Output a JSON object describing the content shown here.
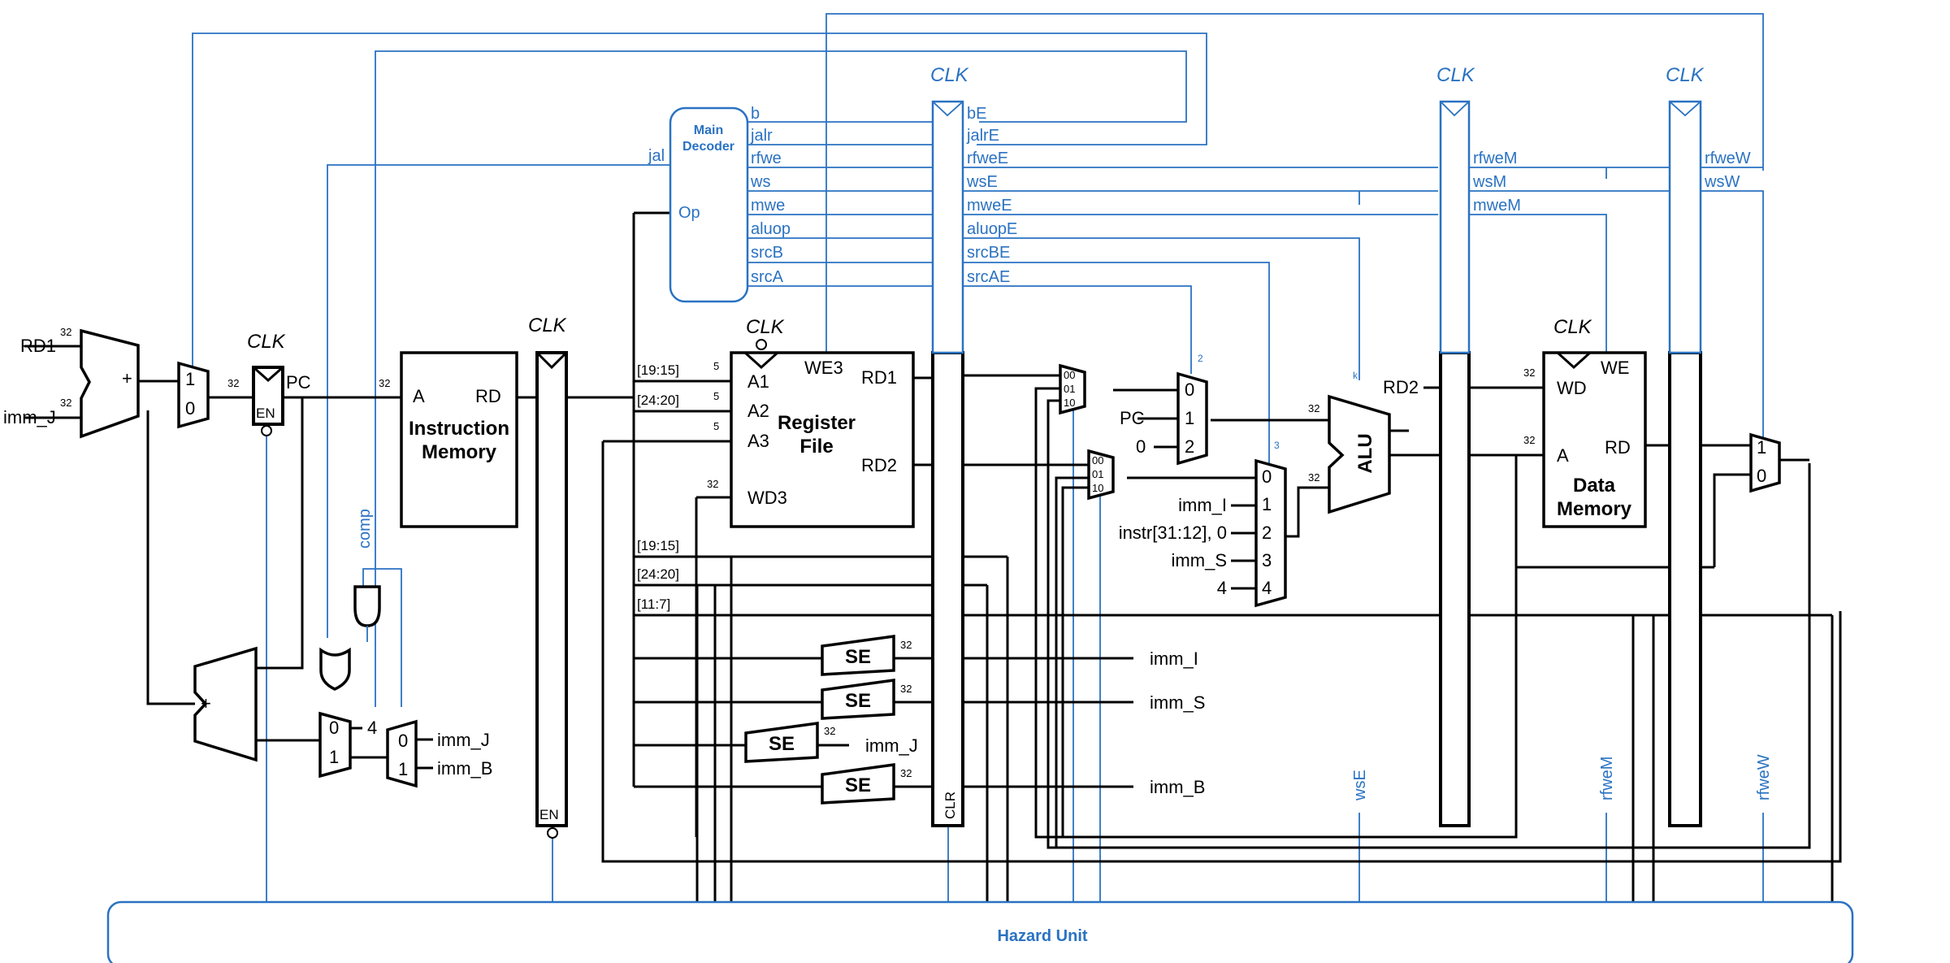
{
  "decoder": {
    "title_line1": "Main",
    "title_line2": "Decoder",
    "op": "Op",
    "outputs": [
      "b",
      "jalr",
      "rfwe",
      "ws",
      "mwe",
      "aluop",
      "srcB",
      "srcA"
    ],
    "jal": "jal"
  },
  "ex_signals": [
    "bE",
    "jalrE",
    "rfweE",
    "wsE",
    "mweE",
    "aluopE",
    "srcBE",
    "srcAE"
  ],
  "mem_signals": [
    "rfweM",
    "wsM",
    "mweM"
  ],
  "wb_signals": [
    "rfweW",
    "wsW"
  ],
  "clk": "CLK",
  "labels": {
    "rd1": "RD1",
    "imm_j": "imm_J",
    "imm_b": "imm_B",
    "imm_i": "imm_I",
    "imm_s": "imm_S",
    "pc": "PC",
    "en": "EN",
    "clr": "CLR",
    "comp": "comp",
    "plus": "+",
    "four": "4",
    "w32": "32",
    "w5": "5",
    "w2": "2",
    "w3": "3",
    "wk": "k",
    "rd2": "RD2",
    "se": "SE"
  },
  "imem": {
    "a": "A",
    "rd": "RD",
    "line1": "Instruction",
    "line2": "Memory"
  },
  "regfile": {
    "a1": "A1",
    "a2": "A2",
    "a3": "A3",
    "wd3": "WD3",
    "we3": "WE3",
    "rd1": "RD1",
    "rd2": "RD2",
    "line1": "Register",
    "line2": "File"
  },
  "dmem": {
    "wd": "WD",
    "we": "WE",
    "a": "A",
    "rd": "RD",
    "line1": "Data",
    "line2": "Memory"
  },
  "alu": "ALU",
  "fields": [
    "[19:15]",
    "[24:20]",
    "[11:7]"
  ],
  "mux": {
    "pc_sel": [
      "1",
      "0"
    ],
    "branch_sel": [
      "0",
      "1"
    ],
    "imm_sel": [
      "0",
      "1"
    ],
    "fwd": [
      "00",
      "01",
      "10"
    ],
    "srca": [
      "0",
      "1",
      "2"
    ],
    "srcb": [
      "0",
      "1",
      "2",
      "3",
      "4"
    ],
    "wb": [
      "1",
      "0"
    ]
  },
  "srca_inputs": [
    "PC",
    "0"
  ],
  "srcb_inputs": [
    "imm_I",
    "instr[31:12], 0",
    "imm_S",
    "4"
  ],
  "hazard_side": [
    "wsE",
    "rfweM",
    "rfweW"
  ],
  "hazard_unit": "Hazard Unit"
}
